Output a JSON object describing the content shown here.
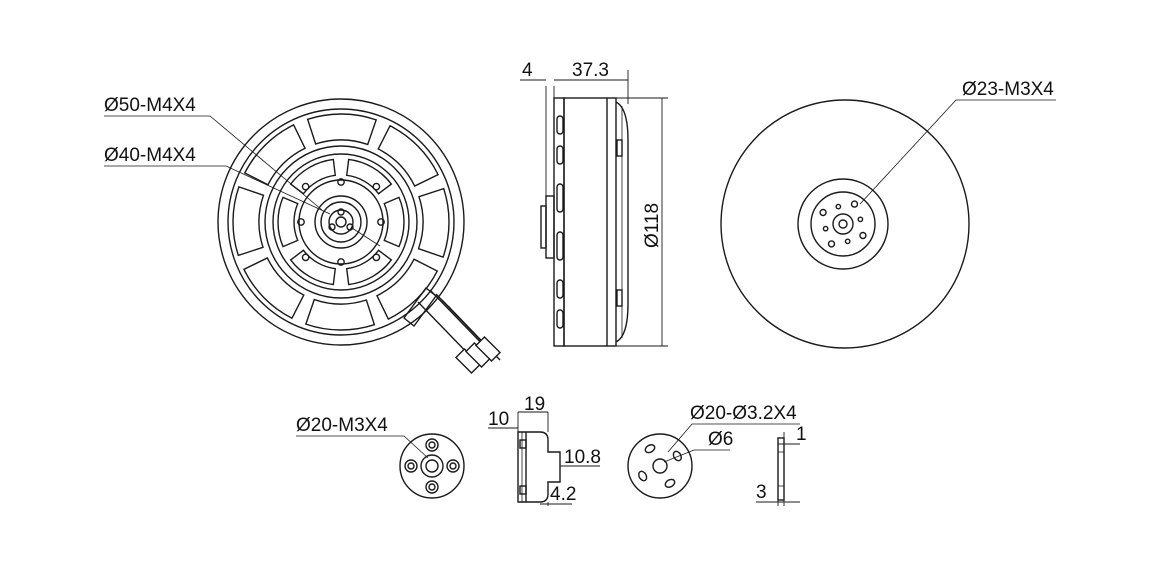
{
  "labels": {
    "front_d50": "Ø50-M4X4",
    "front_d40": "Ø40-M4X4",
    "side_4": "4",
    "side_37_3": "37.3",
    "side_d118": "Ø118",
    "back_d23": "Ø23-M3X4",
    "prop_d20": "Ø20-M3X4",
    "adapter_10": "10",
    "adapter_19": "19",
    "adapter_10_8": "10.8",
    "adapter_4_2": "4.2",
    "plate_d20": "Ø20-Ø3.2X4",
    "plate_d6": "Ø6",
    "plate_1": "1",
    "plate_3": "3"
  }
}
